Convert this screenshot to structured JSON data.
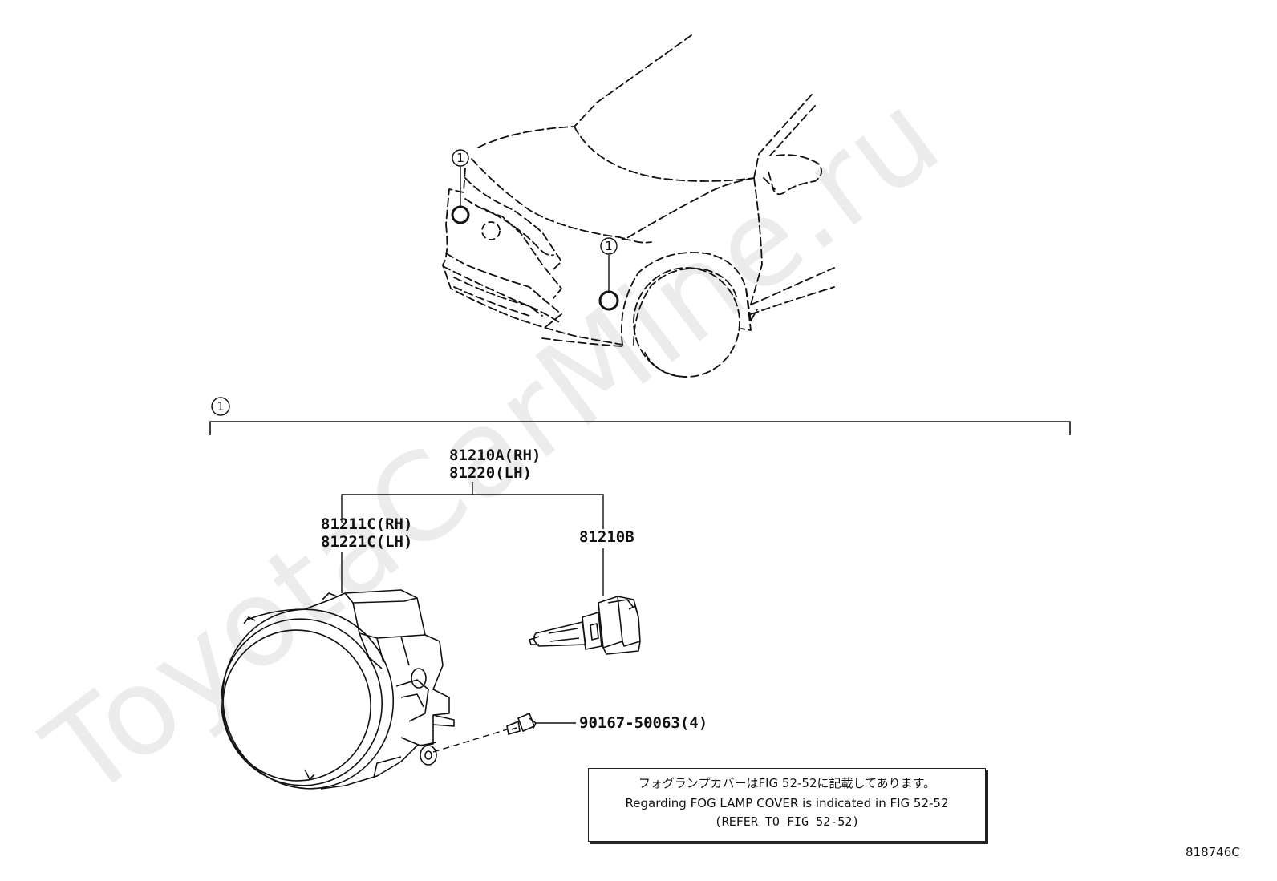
{
  "watermark": "ToyotaCarMine.ru",
  "callout_marker": "1",
  "parts": {
    "assembly_rh": "81210A(RH)",
    "assembly_lh": "81220(LH)",
    "lamp_unit_rh": "81211C(RH)",
    "lamp_unit_lh": "81221C(LH)",
    "bulb": "81210B",
    "screw": "90167-50063(4)"
  },
  "note": {
    "japanese": "フォグランプカバーはFIG 52-52に記載してあります。",
    "english": "Regarding FOG LAMP COVER is indicated in FIG 52-52",
    "reference": "(REFER TO FIG 52-52)"
  },
  "figure_code": "818746C"
}
